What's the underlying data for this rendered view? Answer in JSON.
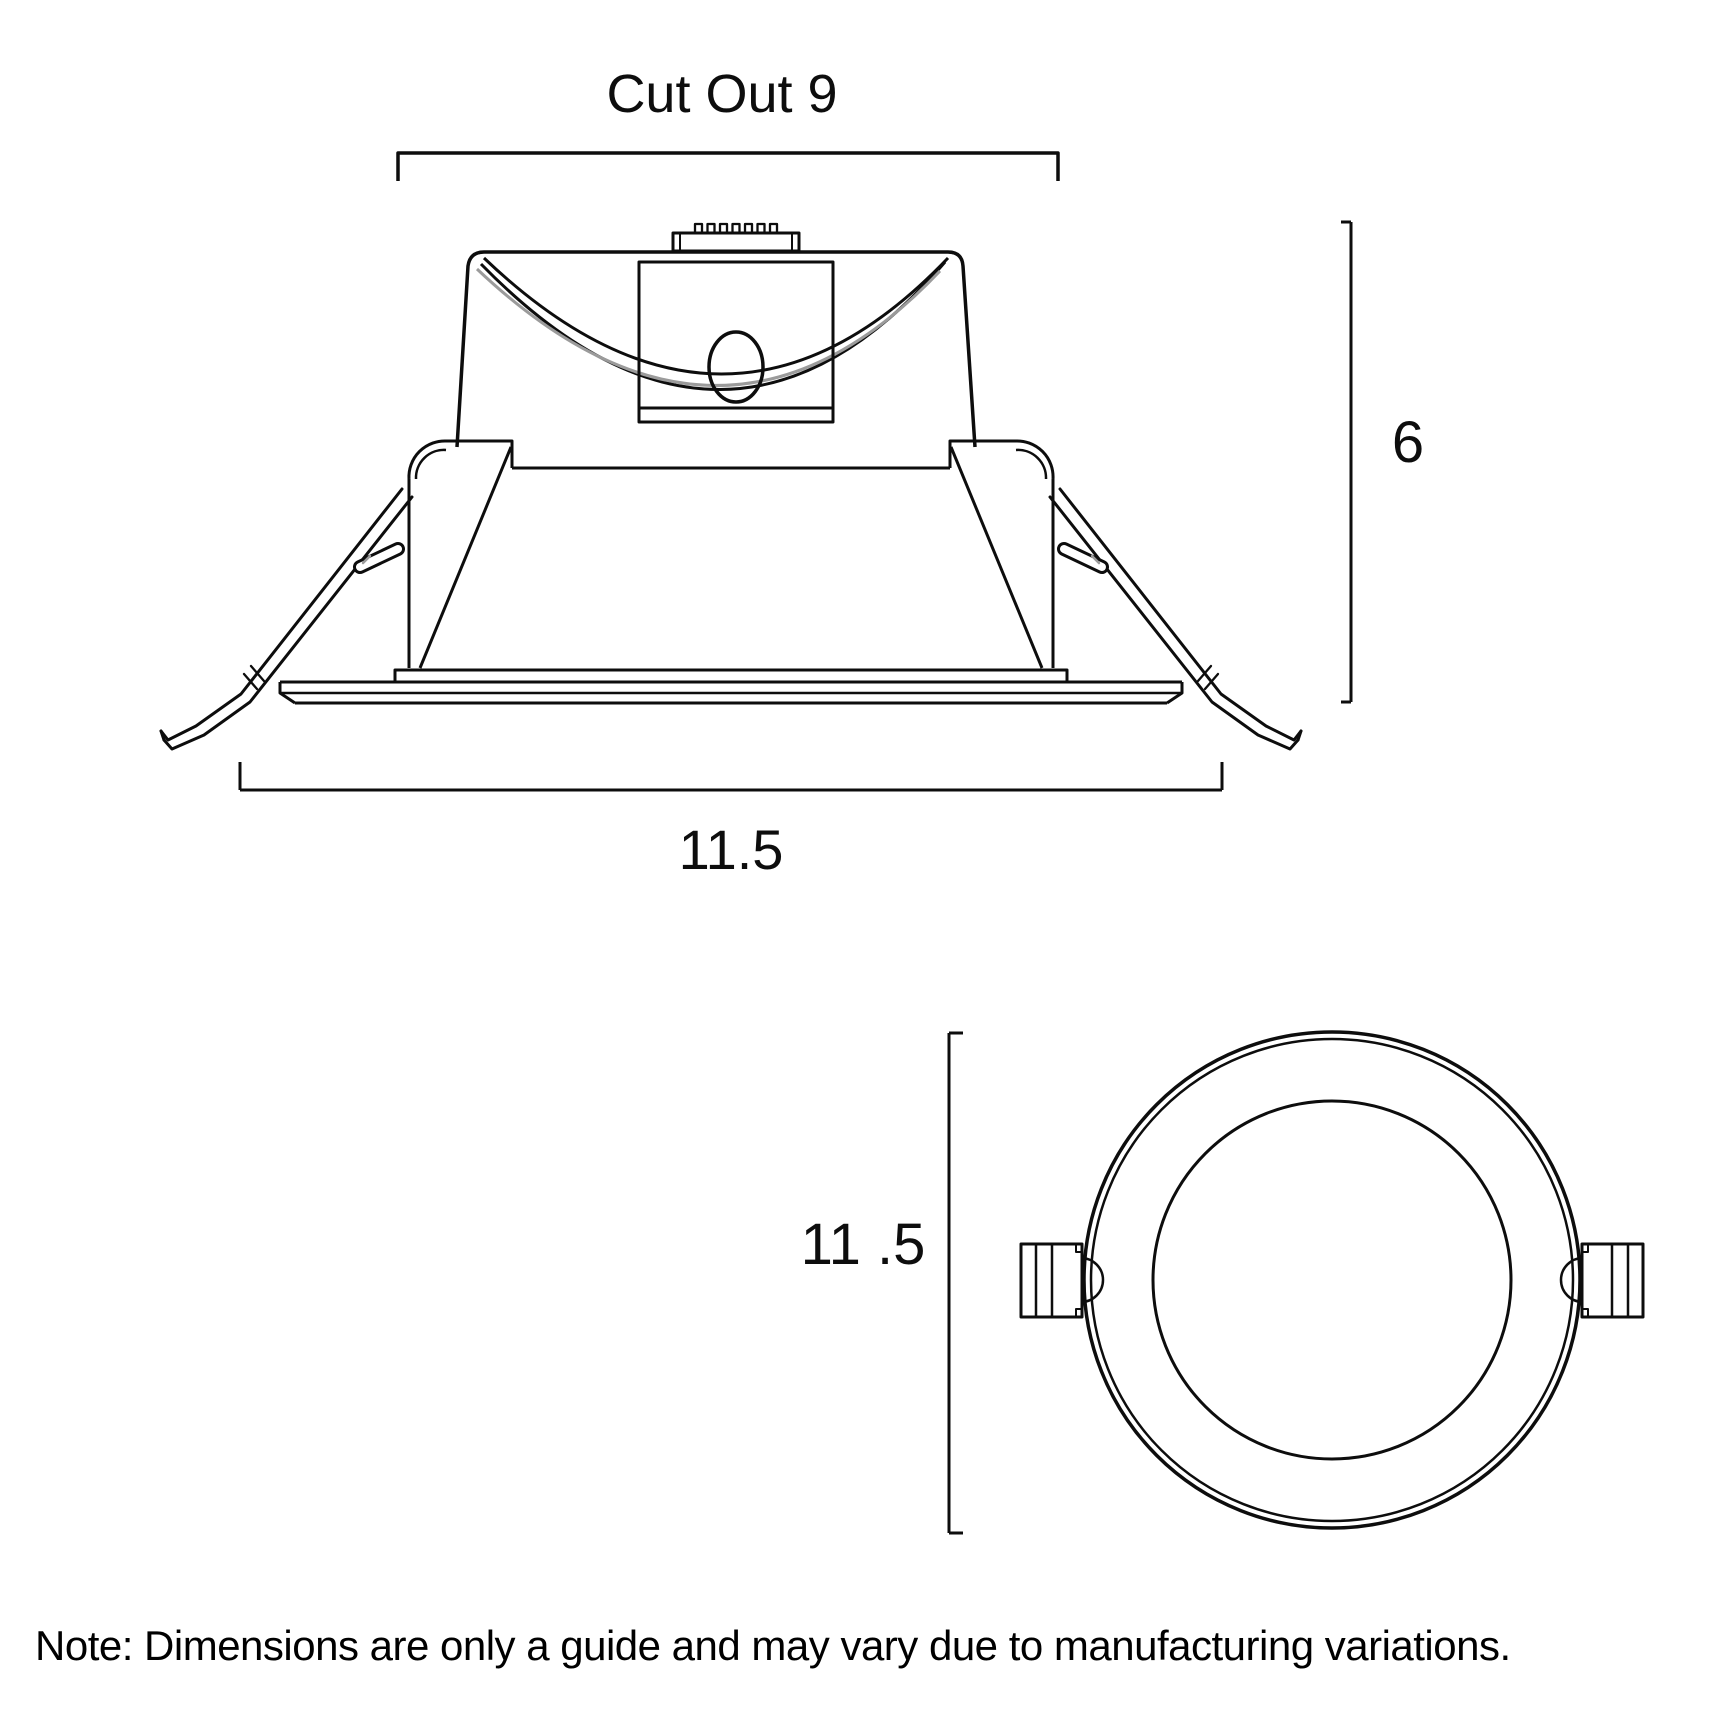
{
  "drawing": {
    "side_view": {
      "cutout_label": "Cut Out 9",
      "height_label": "6",
      "width_label": "11.5"
    },
    "bottom_view": {
      "height_label": "11 .5"
    },
    "note": "Note: Dimensions are only a guide and may vary due to manufacturing variations.",
    "colors": {
      "line": "#0d0d0d",
      "shade": "#9b9b9b",
      "background": "#ffffff"
    }
  }
}
